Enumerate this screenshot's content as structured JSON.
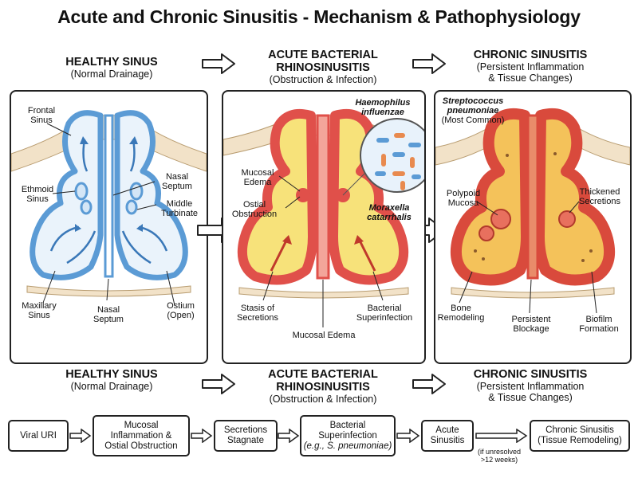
{
  "title": "Acute and Chronic Sinusitis - Mechanism & Pathophysiology",
  "headers_top": [
    {
      "title": "HEALTHY SINUS",
      "title2": "",
      "sub": "(Normal Drainage)",
      "sub2": ""
    },
    {
      "title": "ACUTE BACTERIAL",
      "title2": "RHINOSINUSITIS",
      "sub": "(Obstruction & Infection)",
      "sub2": ""
    },
    {
      "title": "CHRONIC SINUSITIS",
      "title2": "",
      "sub": "(Persistent Inflammation",
      "sub2": "& Tissue Changes)"
    }
  ],
  "headers_bottom": [
    {
      "title": "HEALTHY SINUS",
      "title2": "",
      "sub": "(Normal Drainage)",
      "sub2": ""
    },
    {
      "title": "ACUTE BACTERIAL",
      "title2": "RHINOSINUSITIS",
      "sub": "(Obstruction & Infection)",
      "sub2": ""
    },
    {
      "title": "CHRONIC SINUSITIS",
      "title2": "",
      "sub": "(Persistent Inflammation",
      "sub2": "& Tissue Changes)"
    }
  ],
  "healthy_labels": {
    "frontal": [
      "Frontal",
      "Sinus"
    ],
    "ethmoid": [
      "Ethmoid",
      "Sinus"
    ],
    "nasal_septum_r": [
      "Nasal",
      "Septum"
    ],
    "middle_turbinate": [
      "Middle",
      "Turbinate"
    ],
    "maxillary": [
      "Maxillary",
      "Sinus"
    ],
    "nasal_septum_b": [
      "Nasal",
      "Septum"
    ],
    "ostium": [
      "Ostium",
      "(Open)"
    ]
  },
  "acute_labels": {
    "mucosal_edema": [
      "Mucosal",
      "Edema"
    ],
    "ostial_obstruction": [
      "Ostial",
      "Obstruction"
    ],
    "haemophilus": [
      "Haemophilus",
      "influenzae"
    ],
    "moraxella": [
      "Moraxella",
      "catarrhalis"
    ],
    "stasis": [
      "Stasis of",
      "Secretions"
    ],
    "bacterial": [
      "Bacterial",
      "Superinfection"
    ],
    "mucosal_edema_bottom": "Mucosal Edema"
  },
  "chronic_labels": {
    "strep": [
      "Streptococcus",
      "pneumoniae",
      "(Most Common)"
    ],
    "polypoid": [
      "Polypoid",
      "Mucosa"
    ],
    "thickened": [
      "Thickened",
      "Secretions"
    ],
    "bone": [
      "Bone",
      "Remodeling"
    ],
    "blockage": [
      "Persistent",
      "Blockage"
    ],
    "biofilm": [
      "Biofilm",
      "Formation"
    ]
  },
  "flow": {
    "steps": [
      {
        "l1": "Viral URI",
        "l2": "",
        "l3": ""
      },
      {
        "l1": "Mucosal",
        "l2": "Inflammation &",
        "l3": "Ostial Obstruction"
      },
      {
        "l1": "Secretions",
        "l2": "Stagnate",
        "l3": ""
      },
      {
        "l1": "Bacterial",
        "l2": "Superinfection",
        "l3": "(e.g., S. pneumoniae)"
      },
      {
        "l1": "Acute",
        "l2": "Sinusitis",
        "l3": ""
      },
      {
        "l1": "Chronic Sinusitis",
        "l2": "(Tissue Remodeling)",
        "l3": ""
      }
    ],
    "note": [
      "(if unresolved",
      ">12 weeks)"
    ]
  },
  "colors": {
    "healthy_mucosa": "#5b9bd5",
    "healthy_fill": "#eaf3fb",
    "acute_mucosa": "#e0504a",
    "acute_fill": "#f7e27a",
    "chronic_mucosa": "#d94a3c",
    "chronic_fill": "#f4c25a",
    "bone": "#f2e2c8"
  }
}
